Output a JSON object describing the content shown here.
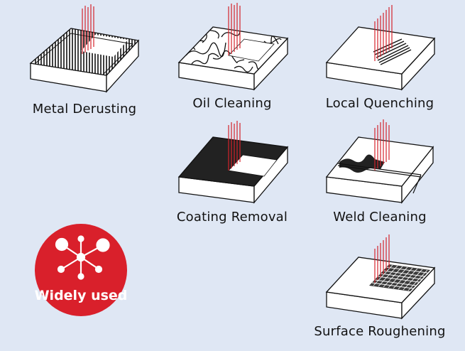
{
  "applications": [
    {
      "label": "Metal Derusting",
      "pattern": "vertical-stripes"
    },
    {
      "label": "Oil Cleaning",
      "pattern": "oil-squiggles"
    },
    {
      "label": "Local Quenching",
      "pattern": "hatch-lines"
    },
    {
      "label": "Coating Removal",
      "pattern": "black-coating"
    },
    {
      "label": "Weld Cleaning",
      "pattern": "weld-seam"
    },
    {
      "label": "Surface Roughening",
      "pattern": "grid-texture"
    }
  ],
  "badge": {
    "text": "Widely used",
    "icon": "network-hub-icon",
    "color": "#d9202b"
  },
  "colors": {
    "background": "#dfe7f4",
    "laser": "#d4232b",
    "coating": "#222222"
  }
}
